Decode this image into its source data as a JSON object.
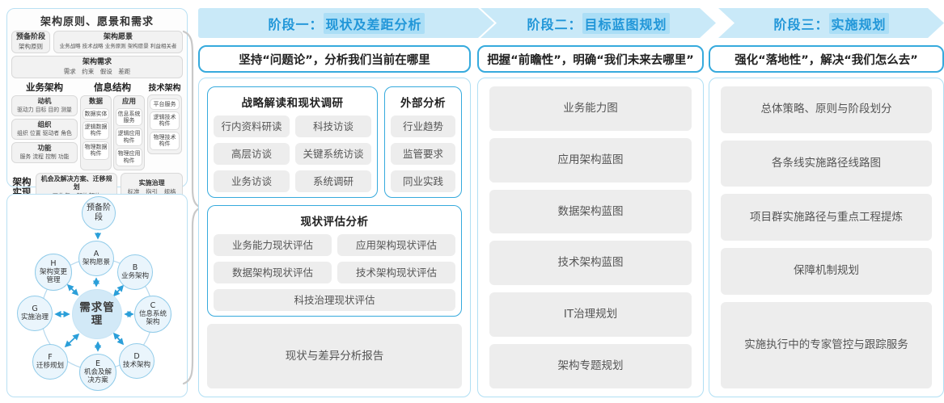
{
  "colors": {
    "accent_blue": "#2ba2dc",
    "band_background": "#c9e9f8",
    "band_text": "#2196d8",
    "band_highlight": "#abdef6",
    "panel_border": "#b0dff4",
    "box_border_blue": "#36aadd",
    "chip_background": "#ededed",
    "circle_fill": "#eaf5fc",
    "circle_center_fill": "#d2e9f7",
    "arrow_blue": "#2b9fd9",
    "brace_gray": "#c8c8c8"
  },
  "left_top": {
    "title": "架构原则、愿景和需求",
    "prep": {
      "title": "预备阶段",
      "sub": "架构原则"
    },
    "vision": {
      "title": "架构愿景",
      "sub": "业务战略 技术战略 业务原则 架构愿景 利益相关者"
    },
    "requirements": {
      "title": "架构需求",
      "sub": "需求　约束　假设　差距"
    },
    "business": {
      "title": "业务架构",
      "groups": [
        {
          "title": "动机",
          "sub": "驱动力 目标 目的 测量"
        },
        {
          "title": "组织",
          "sub": "组织 位置 驱动者 角色"
        },
        {
          "title": "功能",
          "sub": "服务 流程 控制 功能"
        }
      ]
    },
    "information": {
      "title": "信息结构",
      "data_col": {
        "title": "数据",
        "items": [
          "数据实体",
          "逻辑数据构件",
          "物理数据构件"
        ]
      },
      "app_col": {
        "title": "应用",
        "items": [
          "信息系统服务",
          "逻辑应用构件",
          "物理应用构件"
        ]
      }
    },
    "technology": {
      "title": "技术架构",
      "items": [
        "平台服务",
        "逻辑技术构件",
        "物理技术构件"
      ]
    },
    "realization": {
      "label": "架构实现",
      "box1": {
        "title": "机会及解决方案、迁移规划",
        "sub": "工作包　架构契约"
      },
      "box2": {
        "title": "实施治理",
        "sub": "标准　指引　规格"
      }
    }
  },
  "adm": {
    "center": "需求管理",
    "nodes": [
      {
        "letter": "",
        "name": "预备阶段"
      },
      {
        "letter": "A",
        "name": "架构愿景"
      },
      {
        "letter": "B",
        "name": "业务架构"
      },
      {
        "letter": "C",
        "name": "信息系统架构"
      },
      {
        "letter": "D",
        "name": "技术架构"
      },
      {
        "letter": "E",
        "name": "机会及解决方案"
      },
      {
        "letter": "F",
        "name": "迁移规划"
      },
      {
        "letter": "G",
        "name": "实施治理"
      },
      {
        "letter": "H",
        "name": "架构变更管理"
      }
    ]
  },
  "phases": [
    {
      "header": {
        "prefix": "阶段一：",
        "title": "现状及差距分析"
      },
      "subtitle": "坚持“问题论”，分析我们当前在哪里",
      "research": {
        "title": "战略解读和现状调研",
        "items": [
          "行内资料研读",
          "科技访谈",
          "高层访谈",
          "关键系统访谈",
          "业务访谈",
          "系统调研"
        ]
      },
      "external": {
        "title": "外部分析",
        "items": [
          "行业趋势",
          "监管要求",
          "同业实践"
        ]
      },
      "assessment": {
        "title": "现状评估分析",
        "items": [
          "业务能力现状评估",
          "应用架构现状评估",
          "数据架构现状评估",
          "技术架构现状评估",
          "科技治理现状评估"
        ]
      },
      "report": "现状与差异分析报告"
    },
    {
      "header": {
        "prefix": "阶段二：",
        "title": "目标蓝图规划"
      },
      "subtitle": "把握“前瞻性”，明确“我们未来去哪里”",
      "items": [
        "业务能力图",
        "应用架构蓝图",
        "数据架构蓝图",
        "技术架构蓝图",
        "IT治理规划",
        "架构专题规划"
      ]
    },
    {
      "header": {
        "prefix": "阶段三：",
        "title": "实施规划"
      },
      "subtitle": "强化“落地性”，解决“我们怎么去”",
      "items": [
        "总体策略、原则与阶段划分",
        "各条线实施路径线路图",
        "项目群实施路径与重点工程提炼",
        "保障机制规划",
        "实施执行中的专家管控与跟踪服务"
      ]
    }
  ]
}
